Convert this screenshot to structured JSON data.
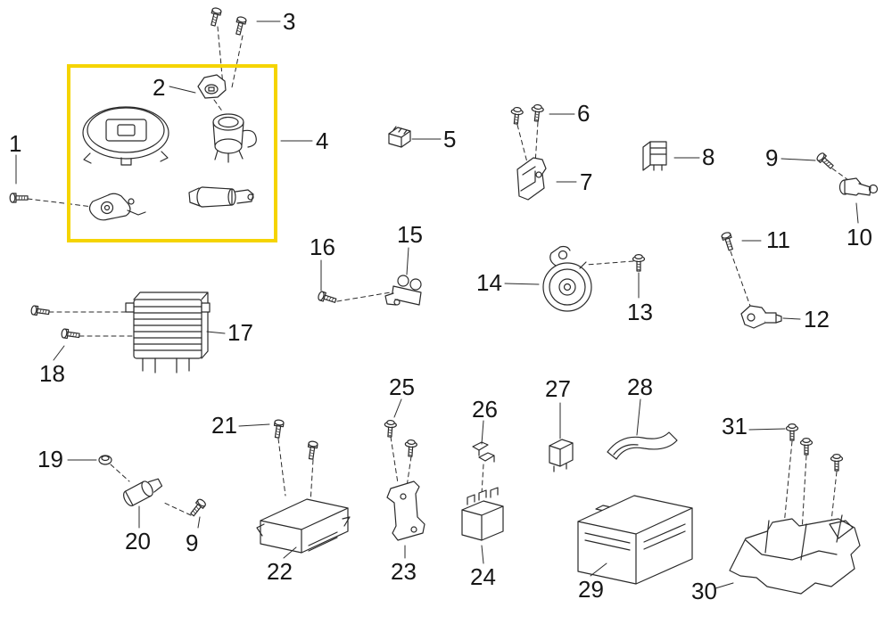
{
  "diagram": {
    "type": "exploded-parts-diagram",
    "background_color": "#ffffff",
    "line_color": "#2a2a2a",
    "highlight_box": {
      "color": "#f5d400",
      "highlighted_label": "4"
    },
    "labels": [
      {
        "text": "1"
      },
      {
        "text": "2"
      },
      {
        "text": "3"
      },
      {
        "text": "4"
      },
      {
        "text": "5"
      },
      {
        "text": "6"
      },
      {
        "text": "7"
      },
      {
        "text": "8"
      },
      {
        "text": "9"
      },
      {
        "text": "10"
      },
      {
        "text": "11"
      },
      {
        "text": "12"
      },
      {
        "text": "13"
      },
      {
        "text": "14"
      },
      {
        "text": "15"
      },
      {
        "text": "16"
      },
      {
        "text": "17"
      },
      {
        "text": "18"
      },
      {
        "text": "19"
      },
      {
        "text": "20"
      },
      {
        "text": "21"
      },
      {
        "text": "22"
      },
      {
        "text": "23"
      },
      {
        "text": "24"
      },
      {
        "text": "25"
      },
      {
        "text": "26"
      },
      {
        "text": "27"
      },
      {
        "text": "28"
      },
      {
        "text": "29"
      },
      {
        "text": "30"
      },
      {
        "text": "31"
      },
      {
        "text": "9"
      }
    ]
  }
}
